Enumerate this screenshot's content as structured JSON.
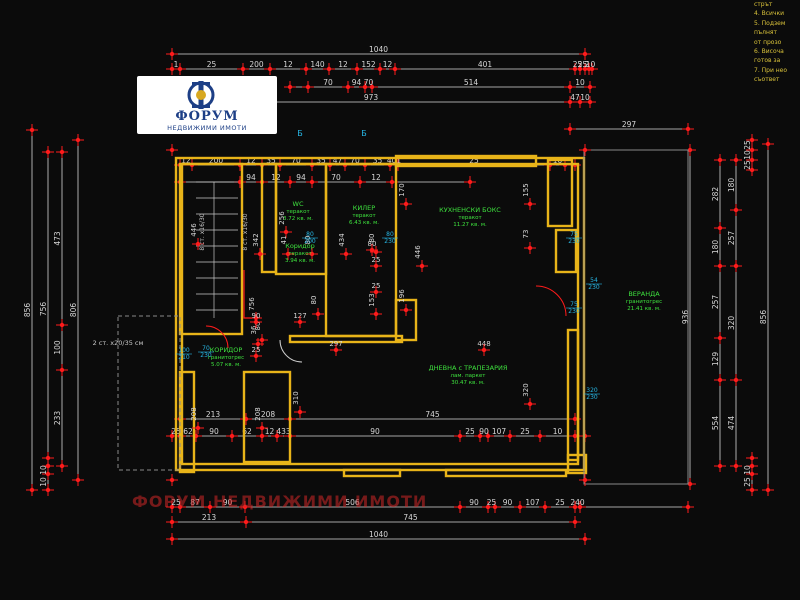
{
  "colors": {
    "wall": "#e8b419",
    "dim": "#d8d8d8",
    "marker": "#ff1b1b",
    "room": "#3ee23e",
    "grid": "#c8c8c8",
    "cyan": "#27b7e6"
  },
  "logo": {
    "name": "ФОРУМ",
    "subtitle": "НЕДВИЖИМИ ИМОТИ",
    "icon": "forum-monogram-icon"
  },
  "watermark": "ФОРУМ НЕДВИЖИМИ ИМОТИ",
  "notes": [
    "стрът",
    "4. Всички",
    "5. Подзем",
    "пълнят",
    "от прозо",
    "6. Височа",
    "готов за",
    "7. При нео",
    "съответ"
  ],
  "dims_top": {
    "total": "1040",
    "row1": [
      "1",
      "25",
      "200",
      "12",
      "140",
      "12",
      "152",
      "12",
      "401",
      "25",
      "25",
      "2",
      "10"
    ],
    "row2": [
      "70",
      "94",
      "70",
      "514",
      "10"
    ],
    "row3": [
      "973",
      "47",
      "10"
    ],
    "row4": [
      "297"
    ]
  },
  "dims_inner_top": {
    "row1": [
      "12",
      "200",
      "12",
      "35",
      "70",
      "35",
      "47",
      "70",
      "35",
      "401",
      "25",
      "10"
    ],
    "row2": [
      "94",
      "12",
      "94",
      "70",
      "12",
      "152"
    ]
  },
  "dims_bottom": {
    "inner1": [
      "213",
      "208",
      "745"
    ],
    "inner2": [
      "25",
      "62",
      "90",
      "62",
      "12",
      "433",
      "90",
      "25",
      "90",
      "107",
      "25",
      "10"
    ],
    "outer1": [
      "25",
      "87",
      "90",
      "506",
      "90",
      "25",
      "90",
      "107",
      "25",
      "240"
    ],
    "outer2": [
      "213",
      "745"
    ],
    "total": "1040"
  },
  "dims_left": {
    "col1": [
      "856"
    ],
    "col2": [
      "756"
    ],
    "col3": [
      "473",
      "100",
      "233"
    ],
    "col4": [
      "806"
    ],
    "bottom": [
      "10",
      "10",
      "25",
      "30",
      "25",
      "30",
      "25",
      "30",
      "25"
    ]
  },
  "dims_right": {
    "col1": [
      "936"
    ],
    "col2": [
      "282",
      "180",
      "257",
      "129",
      "554",
      "320",
      "474"
    ],
    "col3": [
      "856"
    ],
    "top": [
      "25",
      "10",
      "25",
      "10",
      "30",
      "25"
    ],
    "bottom": [
      "10",
      "25",
      "10",
      "25",
      "30",
      "25"
    ]
  },
  "interior_dims": [
    "446",
    "256",
    "342",
    "41",
    "80",
    "434",
    "80",
    "170",
    "446",
    "196",
    "153",
    "80",
    "25",
    "25",
    "80",
    "756",
    "73",
    "155",
    "320",
    "310",
    "208",
    "80",
    "36",
    "25",
    "90",
    "208",
    "127",
    "297",
    "448"
  ],
  "rooms": [
    {
      "name": "WC",
      "floor": "теракот",
      "area": "3.72 кв. м."
    },
    {
      "name": "КИЛЕР",
      "floor": "теракот",
      "area": "6.43 кв. м."
    },
    {
      "name": "КУХНЕНСКИ БОКС",
      "floor": "теракот",
      "area": "11.27 кв. м."
    },
    {
      "name": "Коридор",
      "floor": "теракот",
      "area": "3.94 кв. м."
    },
    {
      "name": "КОРИДОР",
      "floor": "гранитогрес",
      "area": "5.07 кв. м."
    },
    {
      "name": "ДНЕВНА с ТРАПЕЗАРИЯ",
      "floor": "лам. паркет",
      "area": "30.47 кв. м."
    },
    {
      "name": "ВЕРАНДА",
      "floor": "гранитогрес",
      "area": "21.41 кв. м."
    }
  ],
  "openings": [
    "80/230",
    "80/200",
    "75/230",
    "54/230",
    "75/230",
    "100/210",
    "320/230",
    "70/230"
  ],
  "stair_labels": [
    "8 ст. x16/30",
    "8 ст. x16/30",
    "2 ст. x20/35 см"
  ],
  "section_marks": [
    "Б",
    "Б"
  ]
}
